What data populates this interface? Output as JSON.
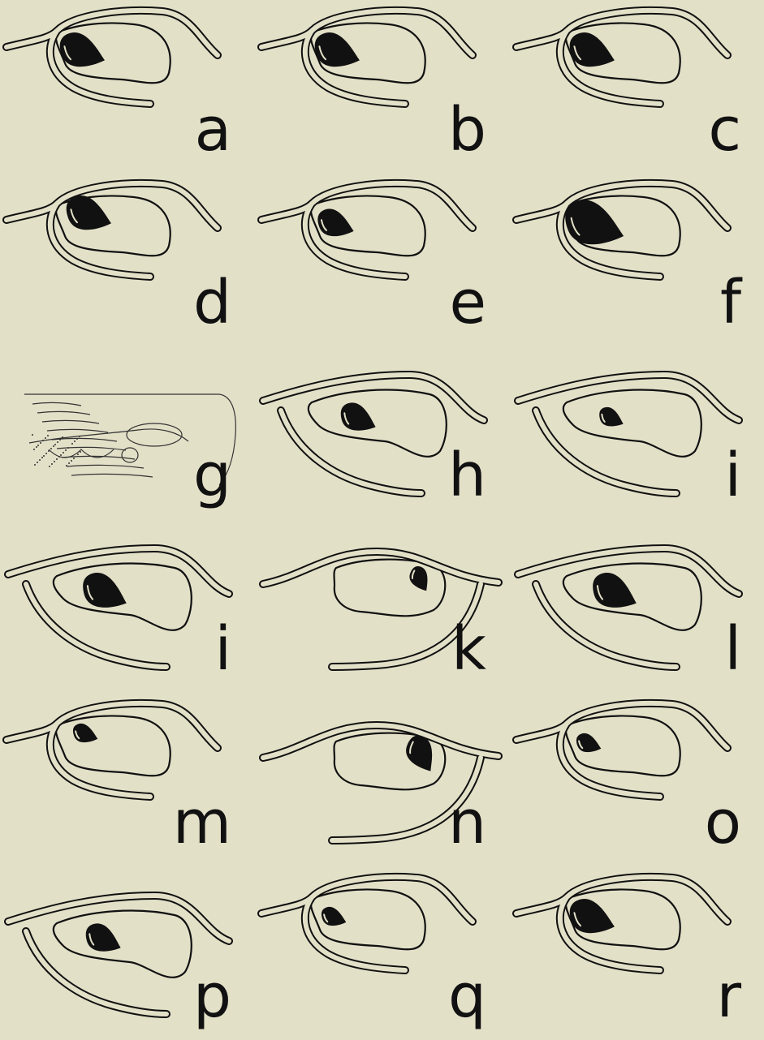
{
  "colors": {
    "background": "#e3e0c8",
    "ink": "#111111"
  },
  "panels": [
    {
      "label": "a",
      "variant": "standard",
      "blob_size": "large"
    },
    {
      "label": "b",
      "variant": "standard",
      "blob_size": "large"
    },
    {
      "label": "c",
      "variant": "standard",
      "blob_size": "large"
    },
    {
      "label": "d",
      "variant": "raised",
      "blob_size": "large"
    },
    {
      "label": "e",
      "variant": "standard",
      "blob_size": "medium"
    },
    {
      "label": "f",
      "variant": "standard",
      "blob_size": "xlarge"
    },
    {
      "label": "g",
      "variant": "sketch",
      "blob_size": "none"
    },
    {
      "label": "h",
      "variant": "wide",
      "blob_size": "medium"
    },
    {
      "label": "i",
      "variant": "wide",
      "blob_size": "small"
    },
    {
      "label": "i",
      "variant": "wide",
      "blob_size": "large"
    },
    {
      "label": "k",
      "variant": "reversed",
      "blob_size": "small"
    },
    {
      "label": "l",
      "variant": "wide",
      "blob_size": "large"
    },
    {
      "label": "m",
      "variant": "raised",
      "blob_size": "small"
    },
    {
      "label": "n",
      "variant": "reversed",
      "blob_size": "medium"
    },
    {
      "label": "o",
      "variant": "standard",
      "blob_size": "small"
    },
    {
      "label": "p",
      "variant": "wide",
      "blob_size": "medium"
    },
    {
      "label": "q",
      "variant": "standard",
      "blob_size": "small"
    },
    {
      "label": "r",
      "variant": "standard",
      "blob_size": "large"
    }
  ]
}
